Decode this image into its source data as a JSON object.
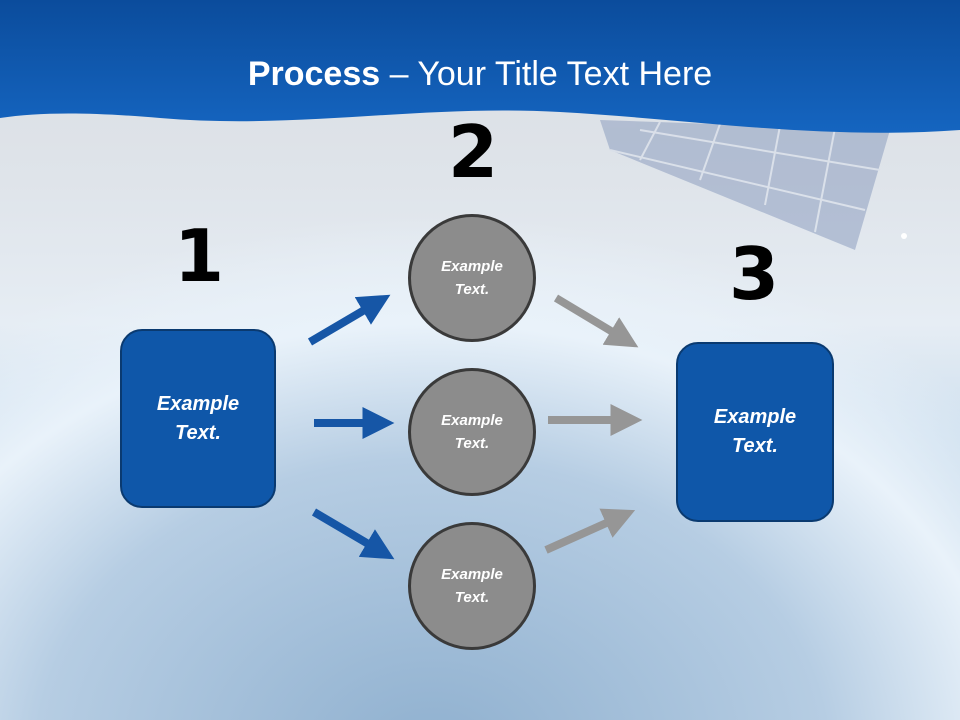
{
  "title": {
    "bold": "Process",
    "rest": " – Your Title Text Here"
  },
  "steps": {
    "one": "1",
    "two": "2",
    "three": "3"
  },
  "left_box": {
    "text": "Example Text."
  },
  "right_box": {
    "text": "Example Text."
  },
  "circles": [
    {
      "text": "Example Text."
    },
    {
      "text": "Example Text."
    },
    {
      "text": "Example Text."
    }
  ],
  "colors": {
    "header_blue": "#0f57a9",
    "box_blue": "#0f57a9",
    "circle_gray": "#8c8c8c",
    "arrow_blue": "#1656a6",
    "arrow_gray": "#969696"
  }
}
